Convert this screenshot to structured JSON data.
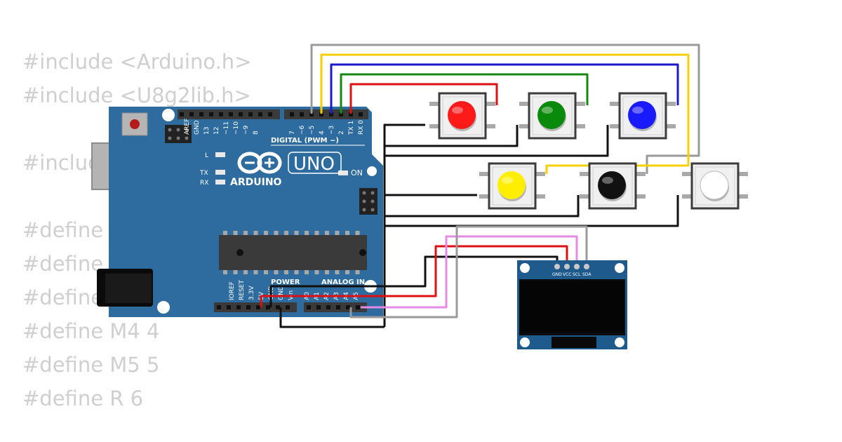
{
  "code_lines": [
    "#include <Arduino.h>",
    "#include <U8g2lib.h>",
    "",
    "#include",
    "",
    "#define",
    "#define",
    "#define",
    "#define M4 4",
    "#define M5 5",
    "#define R 6"
  ],
  "arduino": {
    "brand": "ARDUINO",
    "model": "UNO",
    "on_label": "ON",
    "l_label": "L",
    "tx_label": "TX",
    "rx_label": "RX",
    "digital_label": "DIGITAL (PWM ~)",
    "power_label": "POWER",
    "analog_label": "ANALOG IN",
    "top_pins": [
      "AREF",
      "GND",
      "13",
      "12",
      "~11",
      "~10",
      "~9",
      "8",
      "7",
      "~6",
      "~5",
      "4",
      "~3",
      "2",
      "TX 1",
      "RX 0"
    ],
    "bottom_pins": [
      "IOREF",
      "RESET",
      "3.3V",
      "5V",
      "GND",
      "GND",
      "Vin",
      "A0",
      "A1",
      "A2",
      "A3",
      "A4",
      "A5"
    ]
  },
  "buttons": [
    {
      "name": "red",
      "color": "#ff1a1a"
    },
    {
      "name": "green",
      "color": "#0a8a0a"
    },
    {
      "name": "blue",
      "color": "#1a1aff"
    },
    {
      "name": "yellow",
      "color": "#ffee00"
    },
    {
      "name": "black",
      "color": "#111111"
    },
    {
      "name": "white",
      "color": "#ffffff"
    }
  ],
  "oled": {
    "pins": [
      "GND",
      "VCC",
      "SCL",
      "SDA"
    ]
  },
  "wire_colors": {
    "gray": "#9a9a9a",
    "yellow": "#f5d000",
    "blue": "#1a1acc",
    "green": "#148a14",
    "red": "#dd1111",
    "black": "#111111",
    "pink": "#e58ae5",
    "board": "#2e6b9e"
  }
}
